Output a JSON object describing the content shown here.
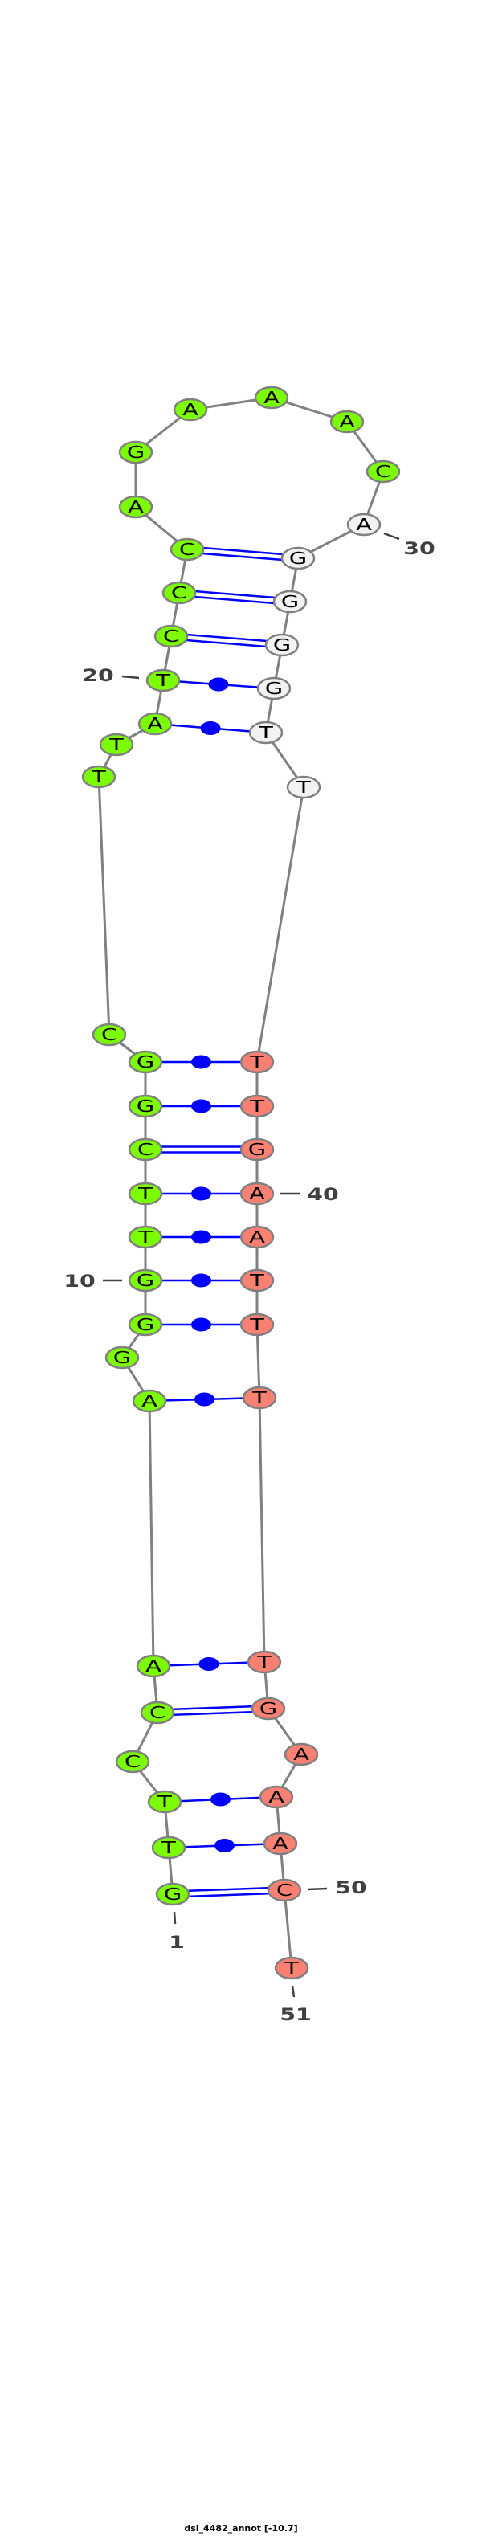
{
  "title": "dsi_4482_annot [-10.7]",
  "sequence": "GTTCCAAGGGTTCGGCTTATCCCAGAAACAGGGGTTTTGAATTTTGAAACT",
  "colors": {
    "region_a": "#7cfc00",
    "region_b": "#f2f2f2",
    "region_c": "#fa8072",
    "backbone": "#808080",
    "pair": "#0000ff",
    "outline": "#808080",
    "label": "#404040"
  },
  "regions": [
    {
      "name": "region_a",
      "from": 1,
      "to": 29
    },
    {
      "name": "region_b",
      "from": 30,
      "to": 36
    },
    {
      "name": "region_c",
      "from": 37,
      "to": 51
    }
  ],
  "pairs": [
    {
      "i": 1,
      "j": 50,
      "type": "double"
    },
    {
      "i": 2,
      "j": 49,
      "type": "dot"
    },
    {
      "i": 3,
      "j": 48,
      "type": "dot"
    },
    {
      "i": 5,
      "j": 46,
      "type": "double"
    },
    {
      "i": 6,
      "j": 45,
      "type": "dot"
    },
    {
      "i": 7,
      "j": 44,
      "type": "dot"
    },
    {
      "i": 9,
      "j": 43,
      "type": "dot"
    },
    {
      "i": 10,
      "j": 42,
      "type": "dot"
    },
    {
      "i": 11,
      "j": 41,
      "type": "dot"
    },
    {
      "i": 12,
      "j": 40,
      "type": "dot"
    },
    {
      "i": 13,
      "j": 39,
      "type": "double"
    },
    {
      "i": 14,
      "j": 38,
      "type": "dot"
    },
    {
      "i": 15,
      "j": 37,
      "type": "dot"
    },
    {
      "i": 19,
      "j": 35,
      "type": "dot"
    },
    {
      "i": 20,
      "j": 34,
      "type": "dot"
    },
    {
      "i": 21,
      "j": 33,
      "type": "double"
    },
    {
      "i": 22,
      "j": 32,
      "type": "double"
    },
    {
      "i": 23,
      "j": 31,
      "type": "double"
    }
  ],
  "position_labels": [
    "1",
    "10",
    "20",
    "30",
    "40",
    "50",
    "51"
  ]
}
